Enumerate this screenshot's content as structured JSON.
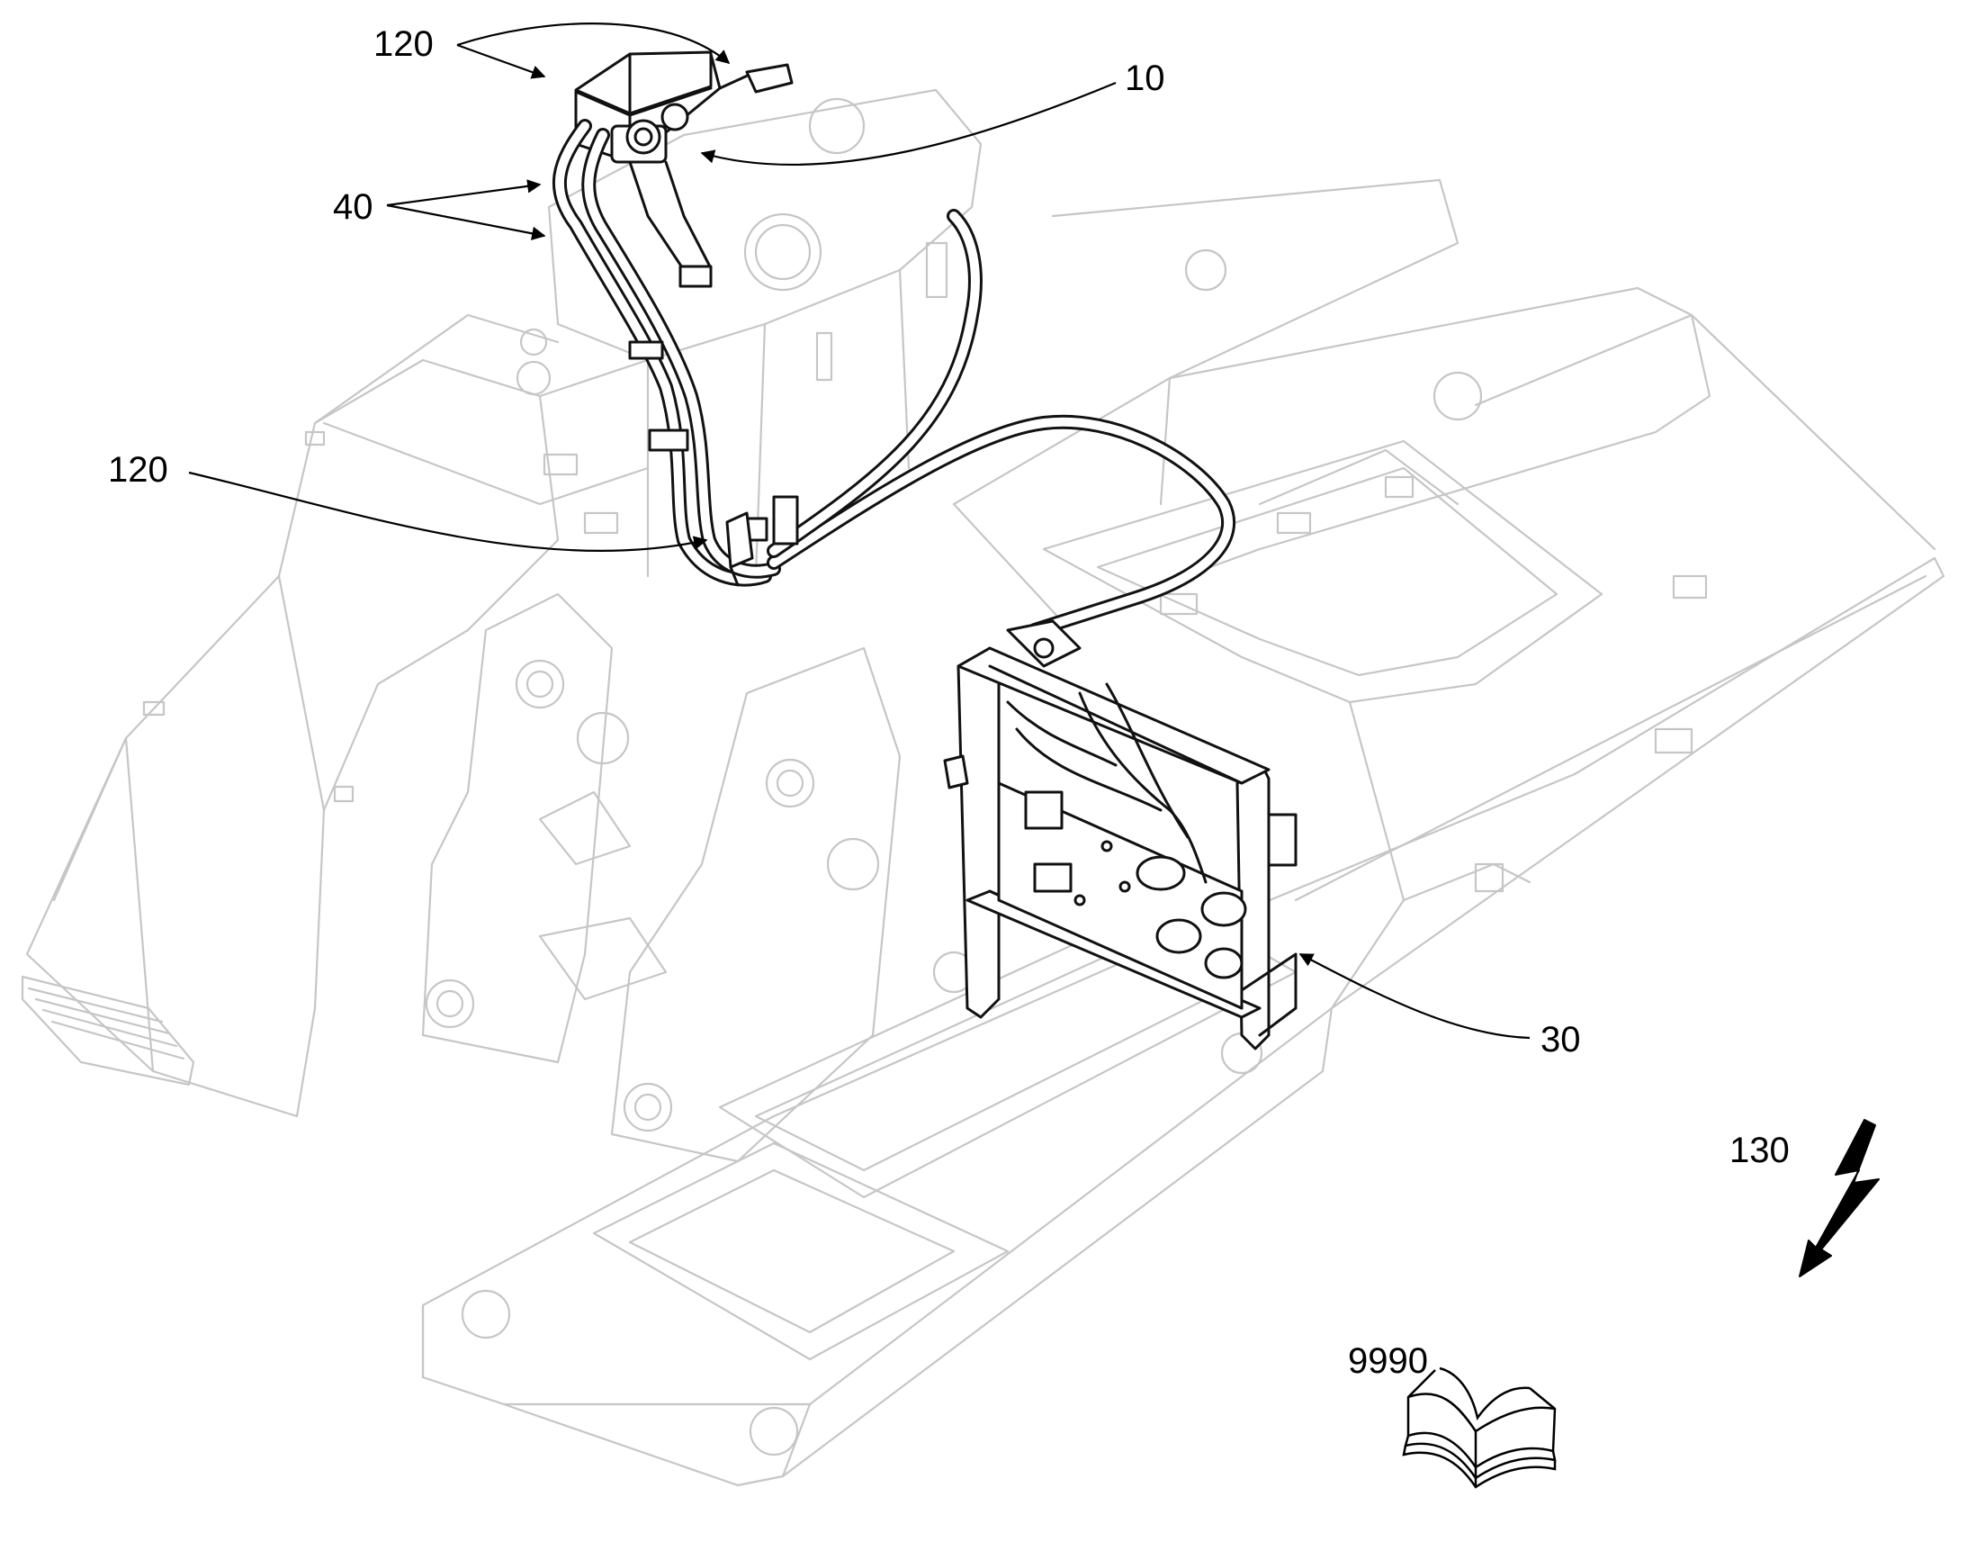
{
  "callouts": {
    "top_120": "120",
    "label_10": "10",
    "label_40": "40",
    "mid_120": "120",
    "label_30": "30",
    "label_130": "130",
    "label_9990": "9990"
  },
  "icons": {
    "lightning": "lightning-bolt-icon",
    "manual": "open-book-icon"
  },
  "colors": {
    "highlighted_parts": "#111111",
    "background_structure": "#c6c6c6",
    "text": "#000000"
  }
}
